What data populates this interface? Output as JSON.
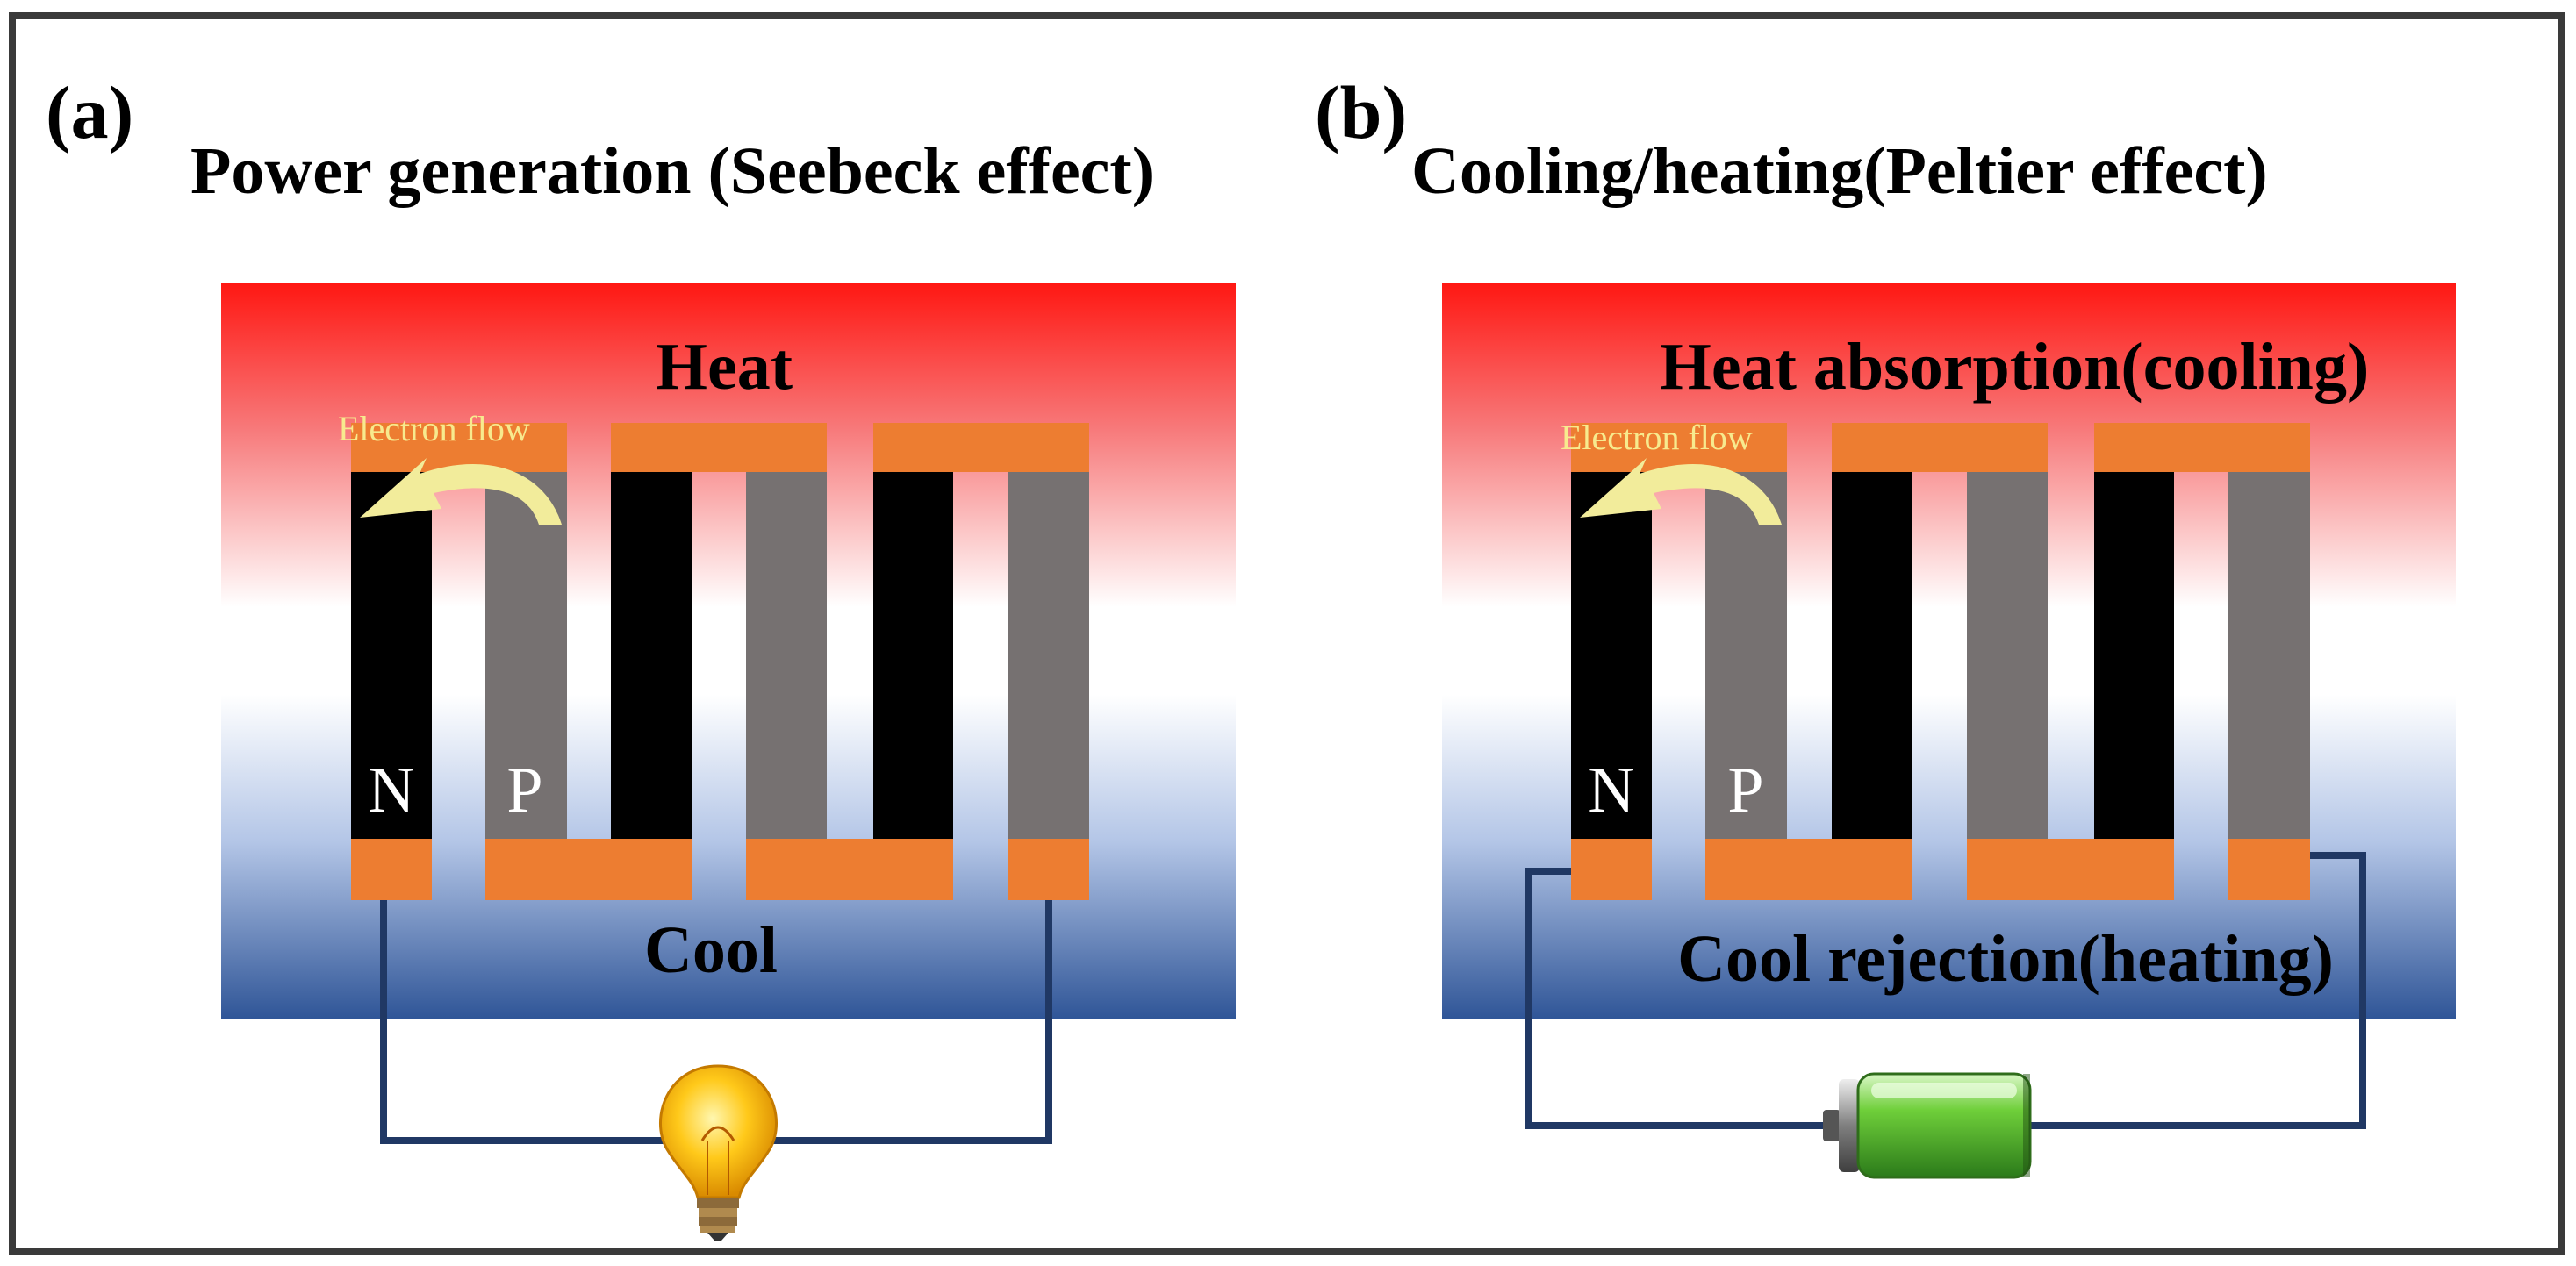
{
  "panel_a": {
    "letter": "(a)",
    "title": "Power generation (Seebeck effect)",
    "hot_label": "Heat",
    "cold_label": "Cool",
    "flow_label": "Electron flow",
    "n_label": "N",
    "p_label": "P",
    "load": "light-bulb-icon"
  },
  "panel_b": {
    "letter": "(b)",
    "title": "Cooling/heating(Peltier effect)",
    "hot_label": "Heat absorption(cooling)",
    "cold_label": "Cool rejection(heating)",
    "flow_label": "Electron flow",
    "n_label": "N",
    "p_label": "P",
    "source": "battery-icon"
  },
  "colors": {
    "hot": "#ff1a14",
    "cold": "#2f5597",
    "n_leg": "#000000",
    "p_leg": "#767171",
    "contact": "#ed7d31",
    "wire": "#203864",
    "arrow": "#f2ec9b",
    "flow_text": "#f7ea8e",
    "border": "#3a3a3a"
  }
}
